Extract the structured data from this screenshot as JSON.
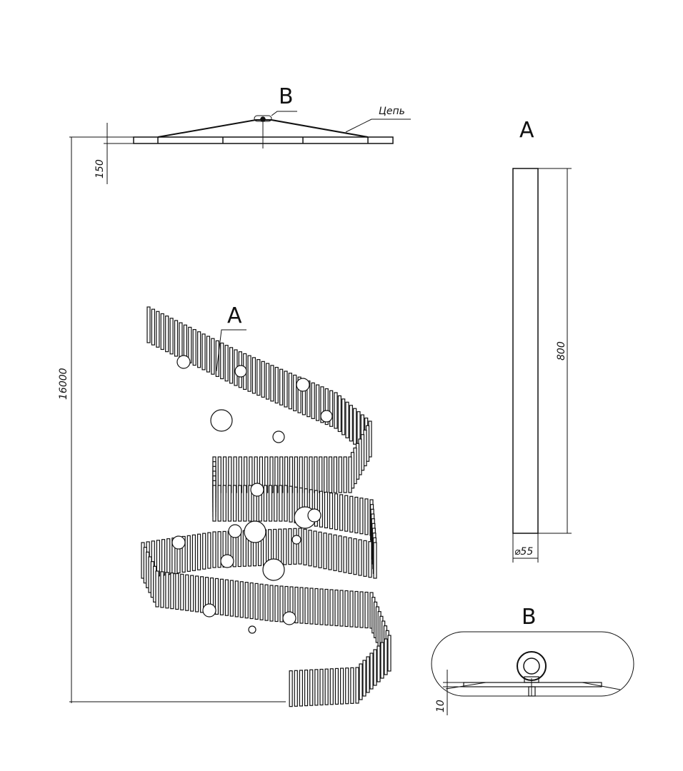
{
  "views": {
    "top_view_label": "B",
    "chain_label": "Цепь",
    "main_view_label": "A",
    "detail_a_label": "A",
    "detail_b_label": "B"
  },
  "dimensions": {
    "plate_thickness": "150",
    "total_height": "16000",
    "rod_length": "800",
    "rod_diameter": "⌀55",
    "detail_thickness": "10"
  }
}
